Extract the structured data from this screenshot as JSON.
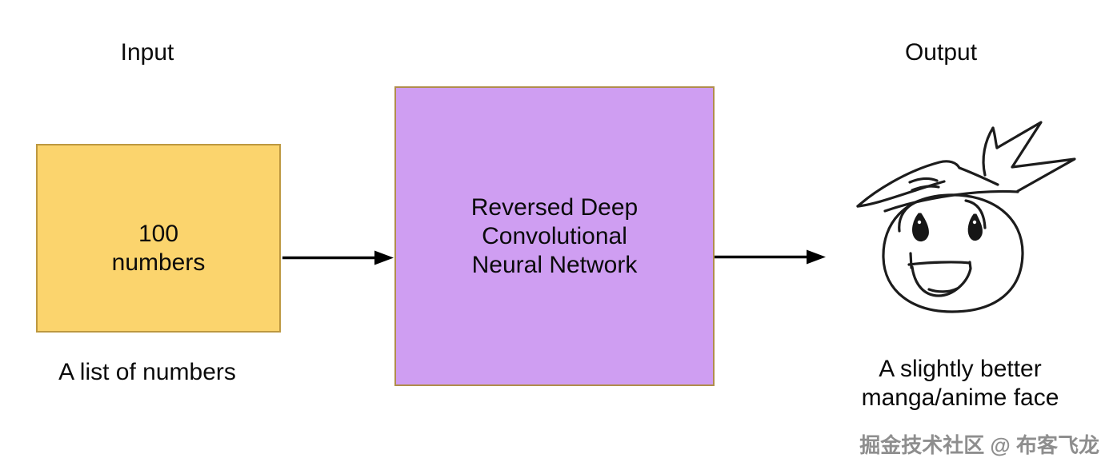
{
  "diagram": {
    "input": {
      "label": "Input",
      "box_lines": [
        "100",
        "numbers"
      ],
      "caption": "A list of numbers"
    },
    "network": {
      "lines": [
        "Reversed Deep",
        "Convolutional",
        "Neural Network"
      ]
    },
    "output": {
      "label": "Output",
      "caption_lines": [
        "A slightly better",
        "manga/anime face"
      ]
    },
    "icons": {
      "arrow_input_to_network": "arrow-right-icon",
      "arrow_network_to_output": "arrow-right-icon",
      "output_drawing": "manga-face-sketch"
    }
  },
  "watermark": "掘金技术社区 @ 布客飞龙",
  "colors": {
    "input_box_fill": "#fbd46d",
    "input_box_border": "#bd9840",
    "network_box_fill": "#cf9ef2",
    "network_box_border": "#b08d4c",
    "arrow_color": "#000000",
    "watermark_color": "#8e8e8e"
  }
}
